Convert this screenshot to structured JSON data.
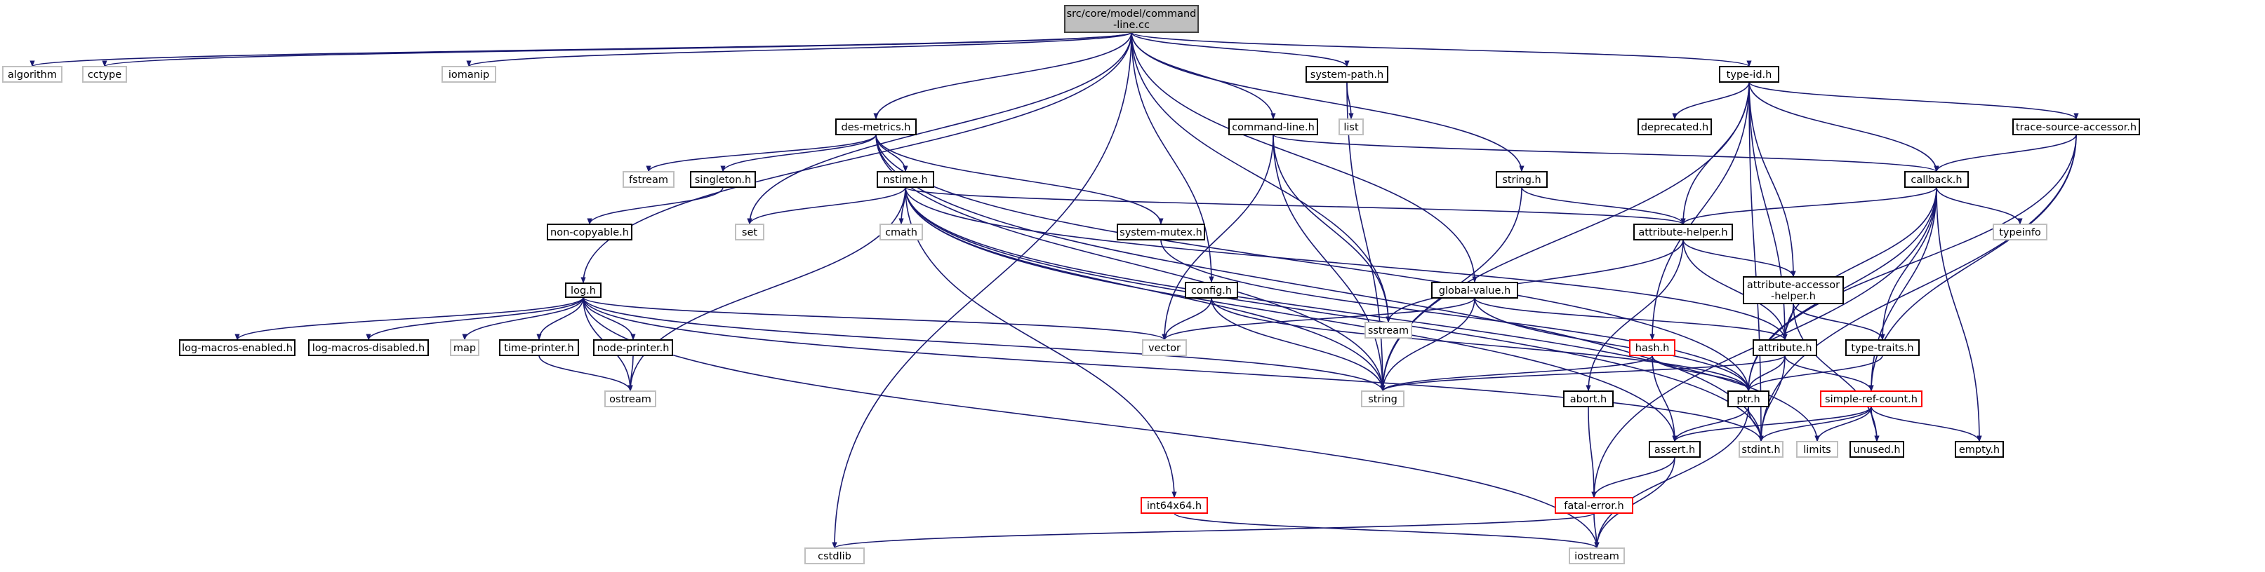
{
  "colors": {
    "root_fill": "#bfbfbf",
    "root_border": "#404040",
    "box_border": "#000000",
    "partial_border": "#ff0000",
    "external_border": "#bfbfbf",
    "edge": "#191970"
  },
  "nodes": {
    "root": {
      "label1": "src/core/model/command",
      "label2": "-line.cc",
      "kind": "root"
    },
    "algorithm": {
      "label": "algorithm",
      "kind": "external"
    },
    "cctype": {
      "label": "cctype",
      "kind": "external"
    },
    "iomanip": {
      "label": "iomanip",
      "kind": "external"
    },
    "cstdlib": {
      "label": "cstdlib",
      "kind": "external"
    },
    "log_h": {
      "label": "log.h",
      "kind": "box"
    },
    "des_metrics_h": {
      "label": "des-metrics.h",
      "kind": "box"
    },
    "config_h": {
      "label": "config.h",
      "kind": "box"
    },
    "command_line_h": {
      "label": "command-line.h",
      "kind": "box"
    },
    "system_path_h": {
      "label": "system-path.h",
      "kind": "box"
    },
    "list": {
      "label": "list",
      "kind": "external"
    },
    "global_value_h": {
      "label": "global-value.h",
      "kind": "box"
    },
    "string_h": {
      "label": "string.h",
      "kind": "box"
    },
    "type_id_h": {
      "label": "type-id.h",
      "kind": "box"
    },
    "deprecated_h": {
      "label": "deprecated.h",
      "kind": "box"
    },
    "trace_source_accessor_h": {
      "label": "trace-source-accessor.h",
      "kind": "box"
    },
    "callback_h": {
      "label": "callback.h",
      "kind": "box"
    },
    "typeinfo": {
      "label": "typeinfo",
      "kind": "external"
    },
    "fstream": {
      "label": "fstream",
      "kind": "external"
    },
    "singleton_h": {
      "label": "singleton.h",
      "kind": "box"
    },
    "non_copyable_h": {
      "label": "non-copyable.h",
      "kind": "box"
    },
    "nstime_h": {
      "label": "nstime.h",
      "kind": "box"
    },
    "cmath": {
      "label": "cmath",
      "kind": "external"
    },
    "set": {
      "label": "set",
      "kind": "external"
    },
    "system_mutex_h": {
      "label": "system-mutex.h",
      "kind": "box"
    },
    "attribute_helper_h": {
      "label": "attribute-helper.h",
      "kind": "box"
    },
    "sstream": {
      "label": "sstream",
      "kind": "external"
    },
    "attribute_accessor_helper_h": {
      "label1": "attribute-accessor",
      "label2": "-helper.h",
      "kind": "box"
    },
    "attribute_h": {
      "label": "attribute.h",
      "kind": "box"
    },
    "type_traits_h": {
      "label": "type-traits.h",
      "kind": "box"
    },
    "log_macros_enabled_h": {
      "label": "log-macros-enabled.h",
      "kind": "box"
    },
    "log_macros_disabled_h": {
      "label": "log-macros-disabled.h",
      "kind": "box"
    },
    "map": {
      "label": "map",
      "kind": "external"
    },
    "time_printer_h": {
      "label": "time-printer.h",
      "kind": "box"
    },
    "node_printer_h": {
      "label": "node-printer.h",
      "kind": "box"
    },
    "ostream": {
      "label": "ostream",
      "kind": "external"
    },
    "vector": {
      "label": "vector",
      "kind": "external"
    },
    "hash_h": {
      "label": "hash.h",
      "kind": "partial"
    },
    "string": {
      "label": "string",
      "kind": "external"
    },
    "ptr_h": {
      "label": "ptr.h",
      "kind": "box"
    },
    "abort_h": {
      "label": "abort.h",
      "kind": "box"
    },
    "simple_ref_count_h": {
      "label": "simple-ref-count.h",
      "kind": "partial"
    },
    "assert_h": {
      "label": "assert.h",
      "kind": "box"
    },
    "stdint_h": {
      "label": "stdint.h",
      "kind": "external"
    },
    "limits": {
      "label": "limits",
      "kind": "external"
    },
    "unused_h": {
      "label": "unused.h",
      "kind": "box"
    },
    "empty_h": {
      "label": "empty.h",
      "kind": "box"
    },
    "int64x64_h": {
      "label": "int64x64.h",
      "kind": "partial"
    },
    "fatal_error_h": {
      "label": "fatal-error.h",
      "kind": "partial"
    },
    "iostream": {
      "label": "iostream",
      "kind": "external"
    }
  },
  "edges": [
    [
      "root",
      "algorithm"
    ],
    [
      "root",
      "cctype"
    ],
    [
      "root",
      "iomanip"
    ],
    [
      "root",
      "cstdlib"
    ],
    [
      "root",
      "log_h"
    ],
    [
      "root",
      "set"
    ],
    [
      "root",
      "des_metrics_h"
    ],
    [
      "root",
      "config_h"
    ],
    [
      "root",
      "command_line_h"
    ],
    [
      "root",
      "system_path_h"
    ],
    [
      "root",
      "sstream"
    ],
    [
      "root",
      "global_value_h"
    ],
    [
      "root",
      "string_h"
    ],
    [
      "root",
      "type_id_h"
    ],
    [
      "system_path_h",
      "list"
    ],
    [
      "system_path_h",
      "string"
    ],
    [
      "command_line_h",
      "callback_h"
    ],
    [
      "command_line_h",
      "vector"
    ],
    [
      "command_line_h",
      "string"
    ],
    [
      "command_line_h",
      "sstream"
    ],
    [
      "des_metrics_h",
      "fstream"
    ],
    [
      "des_metrics_h",
      "singleton_h"
    ],
    [
      "des_metrics_h",
      "nstime_h"
    ],
    [
      "des_metrics_h",
      "system_mutex_h"
    ],
    [
      "des_metrics_h",
      "string"
    ],
    [
      "des_metrics_h",
      "ptr_h"
    ],
    [
      "des_metrics_h",
      "stdint_h"
    ],
    [
      "singleton_h",
      "non_copyable_h"
    ],
    [
      "nstime_h",
      "set"
    ],
    [
      "nstime_h",
      "cmath"
    ],
    [
      "nstime_h",
      "ostream"
    ],
    [
      "nstime_h",
      "attribute_helper_h"
    ],
    [
      "nstime_h",
      "attribute_h"
    ],
    [
      "nstime_h",
      "int64x64_h"
    ],
    [
      "nstime_h",
      "assert_h"
    ],
    [
      "nstime_h",
      "stdint_h"
    ],
    [
      "nstime_h",
      "limits"
    ],
    [
      "nstime_h",
      "string"
    ],
    [
      "system_mutex_h",
      "ptr_h"
    ],
    [
      "log_h",
      "log_macros_enabled_h"
    ],
    [
      "log_h",
      "log_macros_disabled_h"
    ],
    [
      "log_h",
      "map"
    ],
    [
      "log_h",
      "time_printer_h"
    ],
    [
      "log_h",
      "node_printer_h"
    ],
    [
      "log_h",
      "ostream"
    ],
    [
      "log_h",
      "vector"
    ],
    [
      "log_h",
      "string"
    ],
    [
      "log_h",
      "iostream"
    ],
    [
      "log_h",
      "stdint_h"
    ],
    [
      "time_printer_h",
      "ostream"
    ],
    [
      "node_printer_h",
      "ostream"
    ],
    [
      "config_h",
      "vector"
    ],
    [
      "config_h",
      "string"
    ],
    [
      "config_h",
      "ptr_h"
    ],
    [
      "global_value_h",
      "vector"
    ],
    [
      "global_value_h",
      "string"
    ],
    [
      "global_value_h",
      "attribute_h"
    ],
    [
      "global_value_h",
      "ptr_h"
    ],
    [
      "string_h",
      "attribute_helper_h"
    ],
    [
      "string_h",
      "string"
    ],
    [
      "type_id_h",
      "deprecated_h"
    ],
    [
      "type_id_h",
      "trace_source_accessor_h"
    ],
    [
      "type_id_h",
      "callback_h"
    ],
    [
      "type_id_h",
      "attribute_helper_h"
    ],
    [
      "type_id_h",
      "attribute_accessor_helper_h"
    ],
    [
      "type_id_h",
      "attribute_h"
    ],
    [
      "type_id_h",
      "hash_h"
    ],
    [
      "type_id_h",
      "string"
    ],
    [
      "type_id_h",
      "stdint_h"
    ],
    [
      "trace_source_accessor_h",
      "callback_h"
    ],
    [
      "trace_source_accessor_h",
      "ptr_h"
    ],
    [
      "trace_source_accessor_h",
      "simple_ref_count_h"
    ],
    [
      "trace_source_accessor_h",
      "stdint_h"
    ],
    [
      "callback_h",
      "attribute_helper_h"
    ],
    [
      "callback_h",
      "typeinfo"
    ],
    [
      "callback_h",
      "attribute_h"
    ],
    [
      "callback_h",
      "type_traits_h"
    ],
    [
      "callback_h",
      "ptr_h"
    ],
    [
      "callback_h",
      "simple_ref_count_h"
    ],
    [
      "callback_h",
      "fatal_error_h"
    ],
    [
      "callback_h",
      "empty_h"
    ],
    [
      "attribute_helper_h",
      "sstream"
    ],
    [
      "attribute_helper_h",
      "attribute_accessor_helper_h"
    ],
    [
      "attribute_helper_h",
      "attribute_h"
    ],
    [
      "attribute_helper_h",
      "abort_h"
    ],
    [
      "attribute_accessor_helper_h",
      "attribute_h"
    ],
    [
      "attribute_accessor_helper_h",
      "type_traits_h"
    ],
    [
      "attribute_accessor_helper_h",
      "unused_h"
    ],
    [
      "attribute_h",
      "ptr_h"
    ],
    [
      "attribute_h",
      "simple_ref_count_h"
    ],
    [
      "attribute_h",
      "string"
    ],
    [
      "attribute_h",
      "stdint_h"
    ],
    [
      "type_traits_h",
      "ptr_h"
    ],
    [
      "hash_h",
      "string"
    ],
    [
      "hash_h",
      "ptr_h"
    ],
    [
      "hash_h",
      "assert_h"
    ],
    [
      "ptr_h",
      "assert_h"
    ],
    [
      "ptr_h",
      "stdint_h"
    ],
    [
      "ptr_h",
      "iostream"
    ],
    [
      "simple_ref_count_h",
      "assert_h"
    ],
    [
      "simple_ref_count_h",
      "stdint_h"
    ],
    [
      "simple_ref_count_h",
      "limits"
    ],
    [
      "simple_ref_count_h",
      "unused_h"
    ],
    [
      "simple_ref_count_h",
      "empty_h"
    ],
    [
      "abort_h",
      "fatal_error_h"
    ],
    [
      "assert_h",
      "fatal_error_h"
    ],
    [
      "assert_h",
      "iostream"
    ],
    [
      "fatal_error_h",
      "cstdlib"
    ],
    [
      "fatal_error_h",
      "iostream"
    ],
    [
      "int64x64_h",
      "iostream"
    ]
  ]
}
